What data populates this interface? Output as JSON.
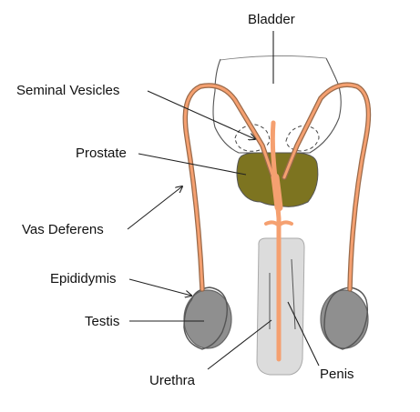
{
  "labels": {
    "bladder": "Bladder",
    "seminal_vesicles": "Seminal Vesicles",
    "prostate": "Prostate",
    "vas_deferens": "Vas Deferens",
    "epididymis": "Epididymis",
    "testis": "Testis",
    "urethra": "Urethra",
    "penis": "Penis"
  },
  "colors": {
    "duct": "#f5a070",
    "duct_outline": "#9a6a4a",
    "prostate": "#7d7420",
    "testis": "#8f8f8f",
    "penis": "#dcdcdc",
    "line": "#222222"
  }
}
